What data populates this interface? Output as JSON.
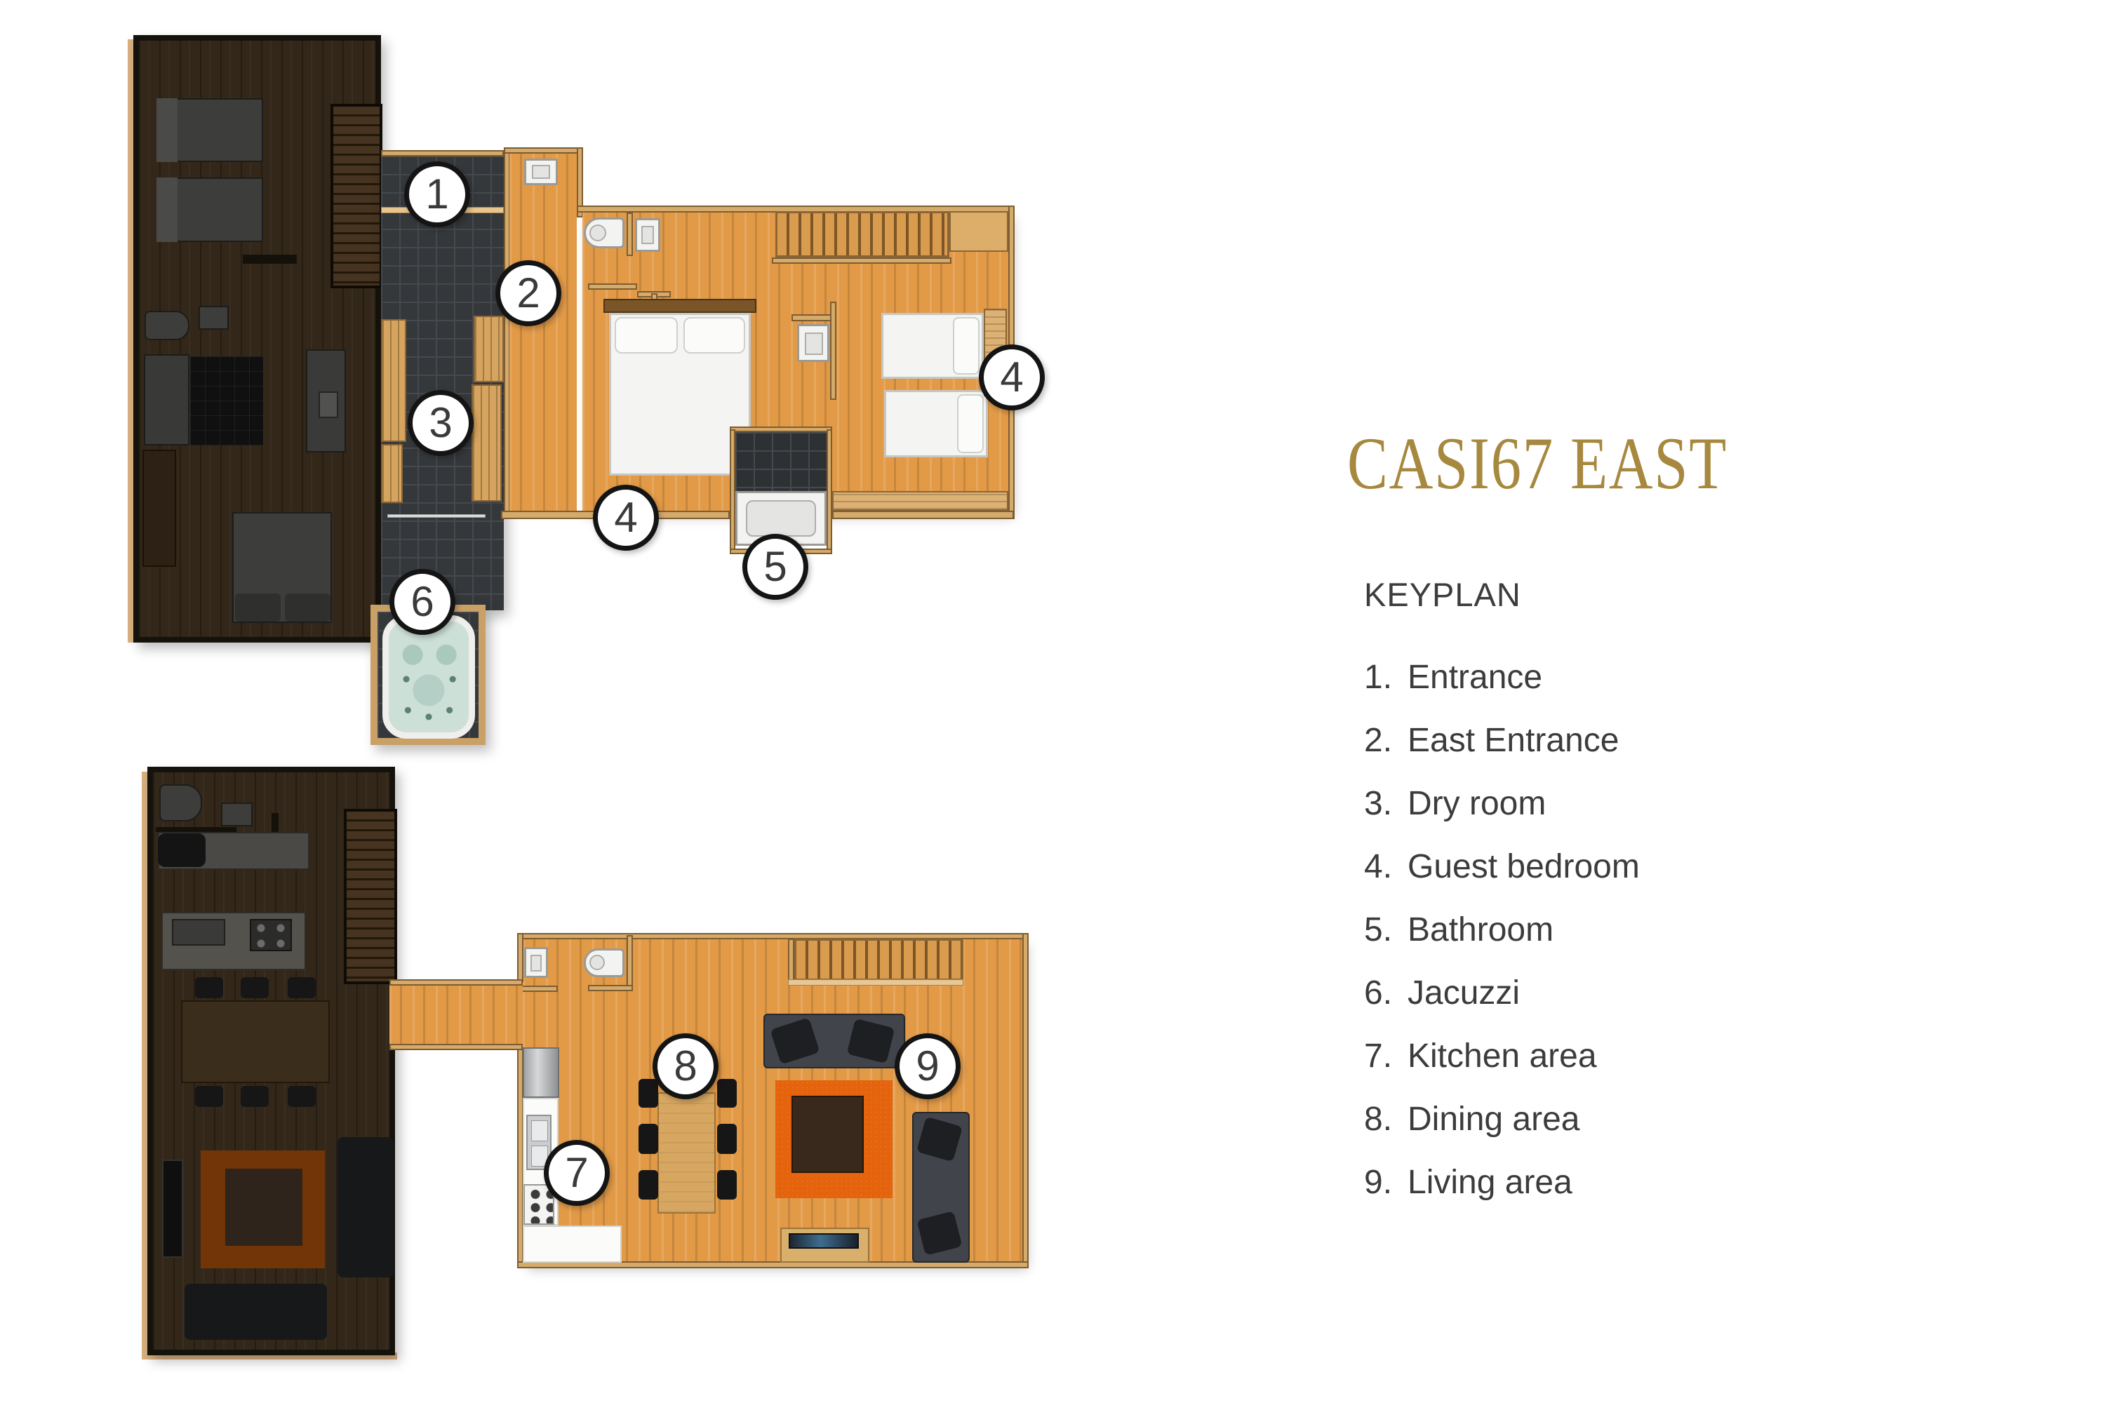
{
  "title": "CASI67 EAST",
  "keyplan": {
    "heading": "KEYPLAN",
    "items": [
      {
        "num": "1.",
        "label": "Entrance"
      },
      {
        "num": "2.",
        "label": "East Entrance"
      },
      {
        "num": "3.",
        "label": "Dry room"
      },
      {
        "num": "4.",
        "label": "Guest bedroom"
      },
      {
        "num": "5.",
        "label": "Bathroom"
      },
      {
        "num": "6.",
        "label": "Jacuzzi"
      },
      {
        "num": "7.",
        "label": "Kitchen area"
      },
      {
        "num": "8.",
        "label": "Dining area"
      },
      {
        "num": "9.",
        "label": "Living area"
      }
    ]
  },
  "badges": [
    {
      "label": "1",
      "room": "entrance"
    },
    {
      "label": "2",
      "room": "east-entrance"
    },
    {
      "label": "3",
      "room": "dry-room"
    },
    {
      "label": "4",
      "room": "guest-bedroom-double"
    },
    {
      "label": "4",
      "room": "guest-bedroom-twin"
    },
    {
      "label": "5",
      "room": "bathroom"
    },
    {
      "label": "6",
      "room": "jacuzzi"
    },
    {
      "label": "7",
      "room": "kitchen-area"
    },
    {
      "label": "8",
      "room": "dining-area"
    },
    {
      "label": "9",
      "room": "living-area"
    }
  ],
  "colors": {
    "title_gold": "#a6883e",
    "text": "#3c3c3c",
    "floor_orange": "#e29a47",
    "floor_tile_dark": "#35383b",
    "unit_dimmed_brown": "#33271a",
    "wall_wood": "#d5ab6b",
    "rug_orange": "#e4630c",
    "jacuzzi_teal": "#cde0d8",
    "badge_border": "#141414"
  }
}
